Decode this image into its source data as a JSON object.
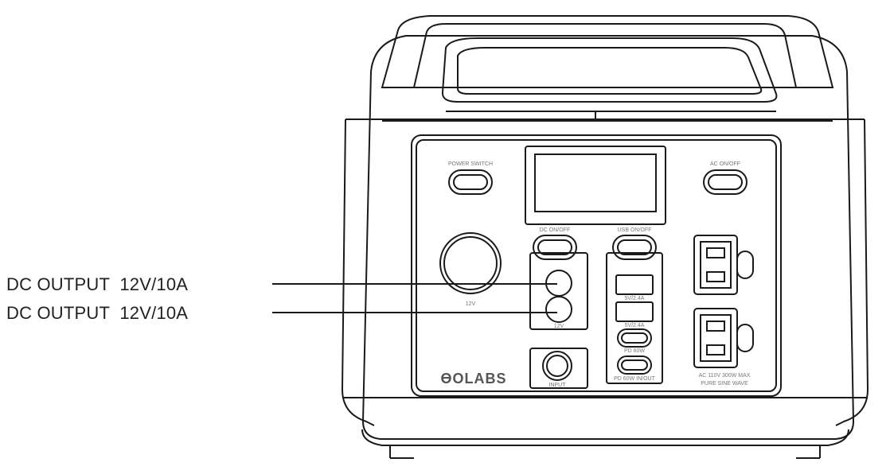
{
  "callouts": [
    {
      "label": "DC OUTPUT  12V/10A"
    },
    {
      "label": "DC OUTPUT  12V/10A"
    }
  ],
  "device": {
    "brand": "ƟOLABS",
    "stroke_color": "#1a1a1a",
    "fill_color": "#ffffff",
    "panel_labels": {
      "power_switch": "POWER SWITCH",
      "ac_on_off": "AC ON/OFF",
      "dc_on_off": "DC ON/OFF",
      "usb_on_off": "USB ON/OFF",
      "car_port": "12V",
      "dc_ports": "12V",
      "usb_a_1": "5V/2.4A",
      "usb_a_2": "5V/2.4A",
      "usb_c_1": "PD 60W",
      "usb_c_2": "PD 60W IN/OUT",
      "input": "INPUT",
      "ac_rating": "AC 110V 300W MAX",
      "ac_wave": "PURE SINE WAVE"
    }
  }
}
